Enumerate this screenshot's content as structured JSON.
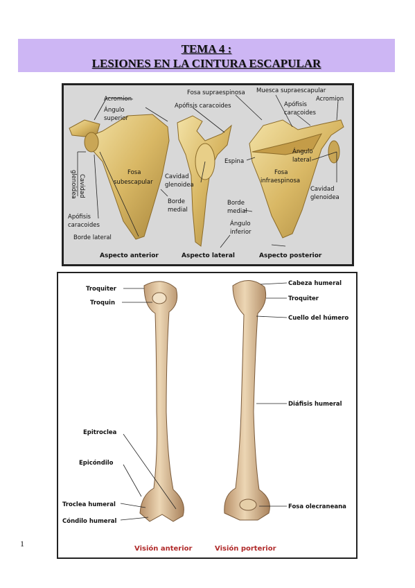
{
  "title": {
    "line1": "TEMA 4 :",
    "line2": "LESIONES EN LA CINTURA ESCAPULAR"
  },
  "scapula": {
    "labels": {
      "acromion_left": "Acromion",
      "angulo_sup_1": "Ángulo",
      "angulo_sup_2": "superior",
      "cavidad_vert_1": "Cavidad",
      "cavidad_vert_2": "glenoidea",
      "fosa_sub_1": "Fosa",
      "fosa_sub_2": "subescapular",
      "apofisis_left_1": "Apófisis",
      "apofisis_left_2": "caracoides",
      "borde_lateral": "Borde lateral",
      "borde_medial_a_1": "Borde",
      "borde_medial_a_2": "medial",
      "apofisis_mid": "Apófisis caracoides",
      "cavidad_mid_1": "Cavidad",
      "cavidad_mid_2": "glenoidea",
      "fosa_supra": "Fosa supraespinosa",
      "muesca": "Muesca supraescapular",
      "apofisis_right_1": "Apófisis",
      "apofisis_right_2": "caracoides",
      "acromion_right": "Acromion",
      "espina": "Espina",
      "angulo_lat_1": "Ángulo",
      "angulo_lat_2": "lateral",
      "fosa_infra_1": "Fosa",
      "fosa_infra_2": "infraespinosa",
      "cavidad_right_1": "Cavidad",
      "cavidad_right_2": "glenoidea",
      "borde_medial_p_1": "Borde",
      "borde_medial_p_2": "medial",
      "angulo_inf_1": "Ángulo",
      "angulo_inf_2": "inferior"
    },
    "captions": {
      "anterior": "Aspecto anterior",
      "lateral": "Aspecto lateral",
      "posterior": "Aspecto posterior"
    }
  },
  "humerus": {
    "labels": {
      "troquiter_left": "Troquiter",
      "troquin": "Troquin",
      "epitroclea": "Epitroclea",
      "epicondilo": "Epicóndilo",
      "troclea": "Troclea humeral",
      "condilo": "Cóndilo humeral",
      "cabeza": "Cabeza humeral",
      "troquiter_right": "Troquiter",
      "cuello": "Cuello del húmero",
      "diafisis": "Diáfisis humeral",
      "fosa_olecraneana": "Fosa olecraneana"
    },
    "captions": {
      "anterior": "Visión anterior",
      "posterior": "Visión porterior"
    }
  },
  "page_number": "1"
}
